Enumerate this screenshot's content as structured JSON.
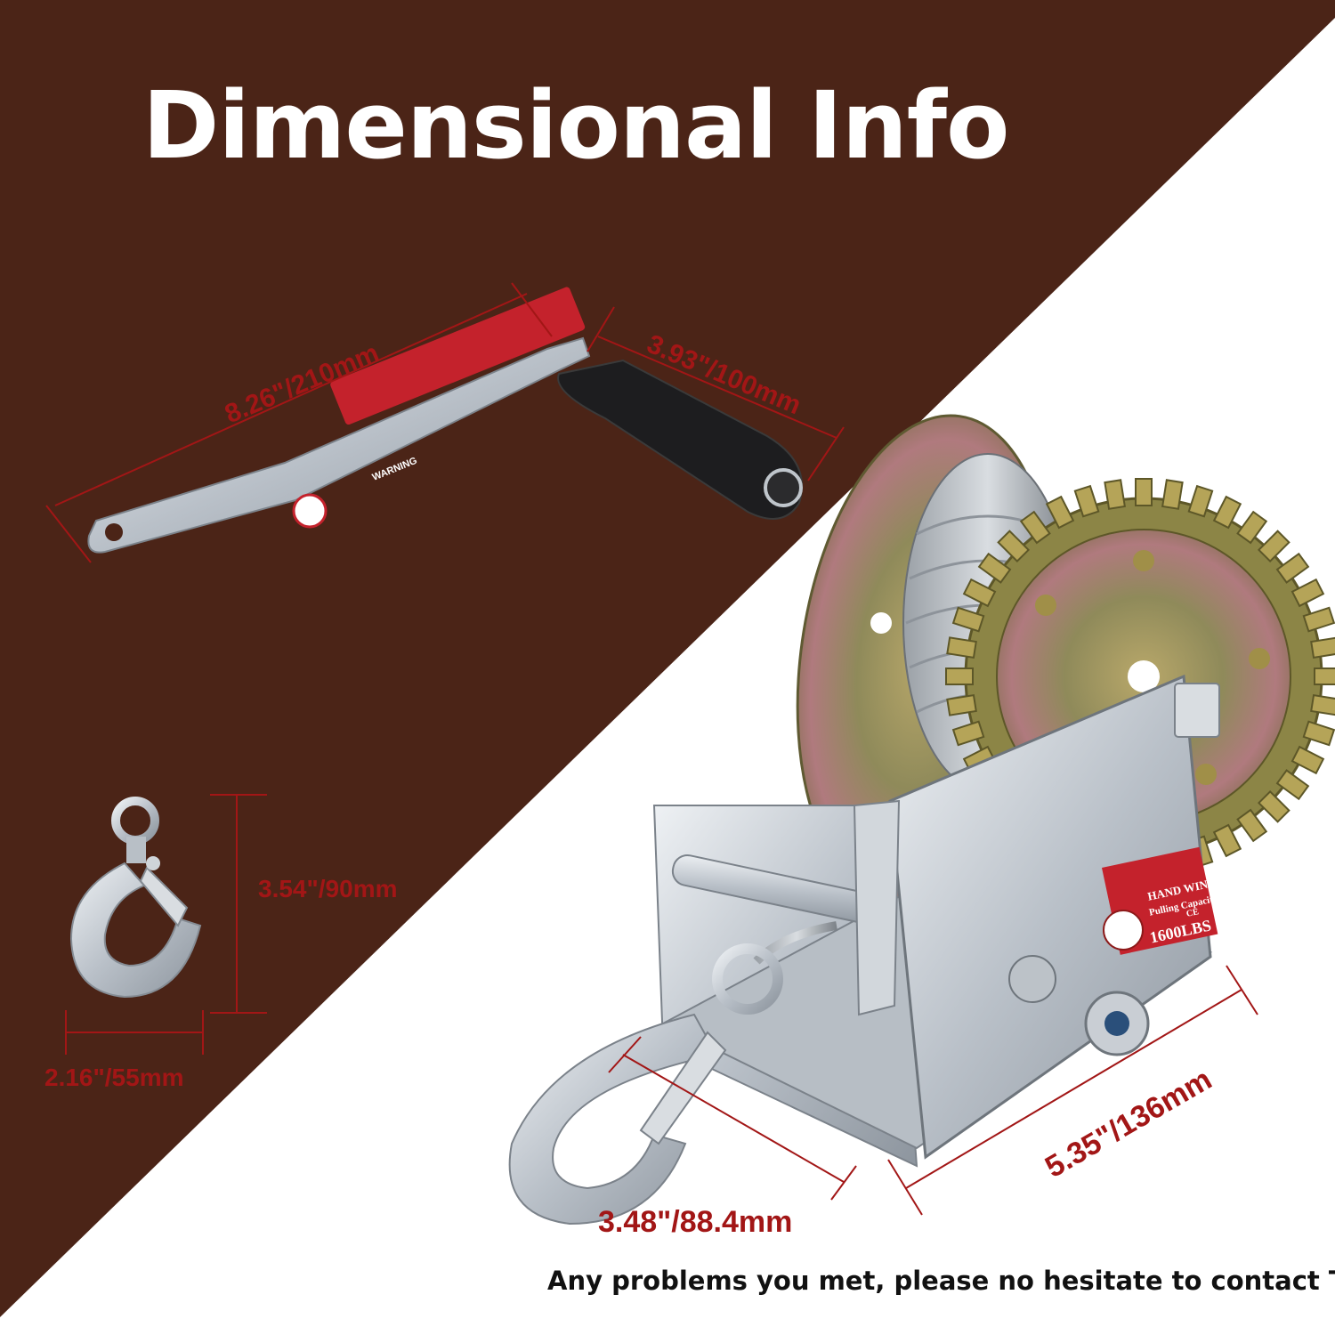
{
  "title": "Dimensional Info",
  "colors": {
    "background_brown": "#4b2417",
    "background_white": "#ffffff",
    "dimension_red": "#a21616",
    "metal": "#c9ced4"
  },
  "dimensions": {
    "handle_length": "8.26\"/210mm",
    "grip_length": "3.93\"/100mm",
    "hook_height": "3.54\"/90mm",
    "hook_width": "2.16\"/55mm",
    "winch_depth": "5.35\"/136mm",
    "winch_width": "3.48\"/88.4mm"
  },
  "labels": {
    "handle_warning": "WARNING",
    "winch_badge_title": "HAND WINCH",
    "winch_badge_subtitle": "Pulling Capacity:",
    "winch_capacity": "1600LBS",
    "ce_mark": "CE"
  },
  "footer": "Any problems you met, please no hesitate to contact TYT"
}
